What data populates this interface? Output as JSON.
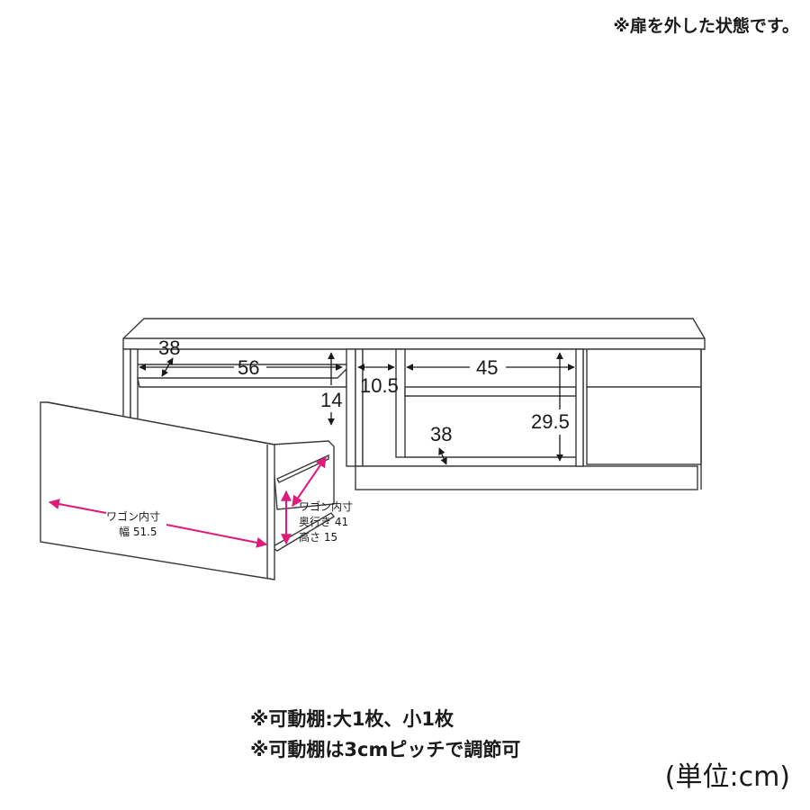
{
  "header_note": "※扉を外した状態です。",
  "dimensions": {
    "depth_left_top": "38",
    "width_left": "56",
    "height_left": "14",
    "thickness": "10.5",
    "width_right": "45",
    "height_right": "29.5",
    "depth_right_shelf": "38"
  },
  "wagon": {
    "title": "ワゴン内寸",
    "width_label": "幅 51.5",
    "depth_label": "奥行き 41",
    "height_label": "高さ 15"
  },
  "notes": [
    "※可動棚:大1枚、小1枚",
    "※可動棚は3cmピッチで調節可"
  ],
  "unit_label": "(単位:cm)",
  "colors": {
    "outline": "#3a3a3a",
    "panel": "#ffffff",
    "accent_arrow": "#e0197a"
  }
}
